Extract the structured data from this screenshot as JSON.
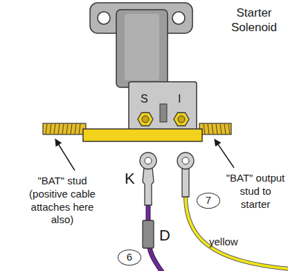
{
  "diagram": {
    "nodes": [
      {
        "text": [
          "7"
        ]
      },
      {
        "text": [
          "6"
        ]
      }
    ],
    "labels": [
      "Starter Solenoid",
      "S",
      "I",
      "\"BAT\" stud (positive cable attaches here also)",
      "\"BAT\" output stud to starter",
      "K",
      "D",
      "yellow"
    ]
  }
}
